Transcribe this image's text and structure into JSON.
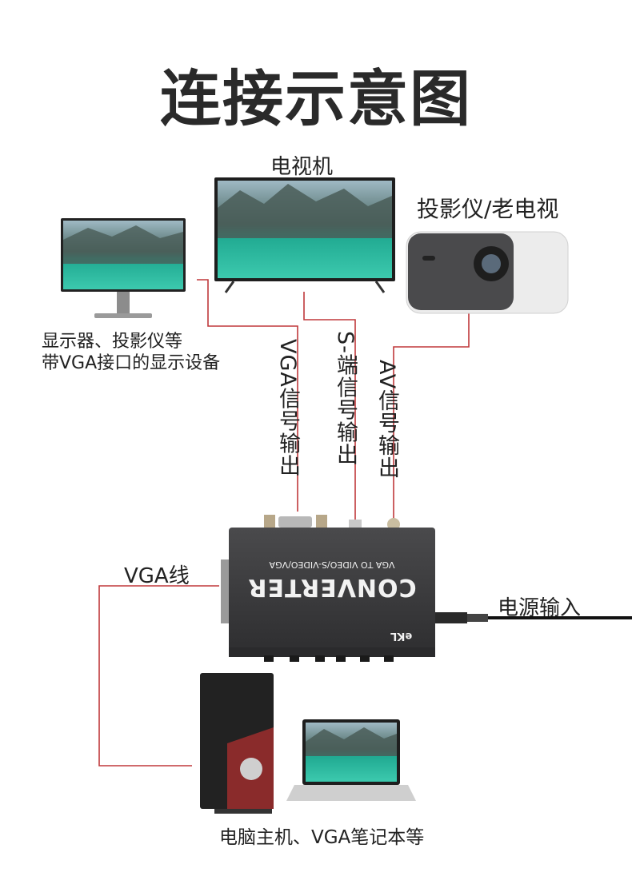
{
  "title": "连接示意图",
  "devices": {
    "tv": "电视机",
    "projector": "投影仪/老电视",
    "monitor_line1": "显示器、投影仪等",
    "monitor_line2": "带VGA接口的显示设备",
    "computer": "电脑主机、VGA笔记本等"
  },
  "signals": {
    "vga_out": "VGA信号输出",
    "s_video_out": "S-端信号输出",
    "av_out": "AV信号输出",
    "vga_cable": "VGA线",
    "power_in": "电源输入"
  },
  "converter": {
    "name": "CONVERTER",
    "subtitle": "VGA TO VIDEO/S-VIDEO/VGA",
    "brand": "eKL"
  },
  "colors": {
    "line": "#c0393b",
    "title": "#2a2a2a",
    "device_dark": "#3d3d3f"
  }
}
